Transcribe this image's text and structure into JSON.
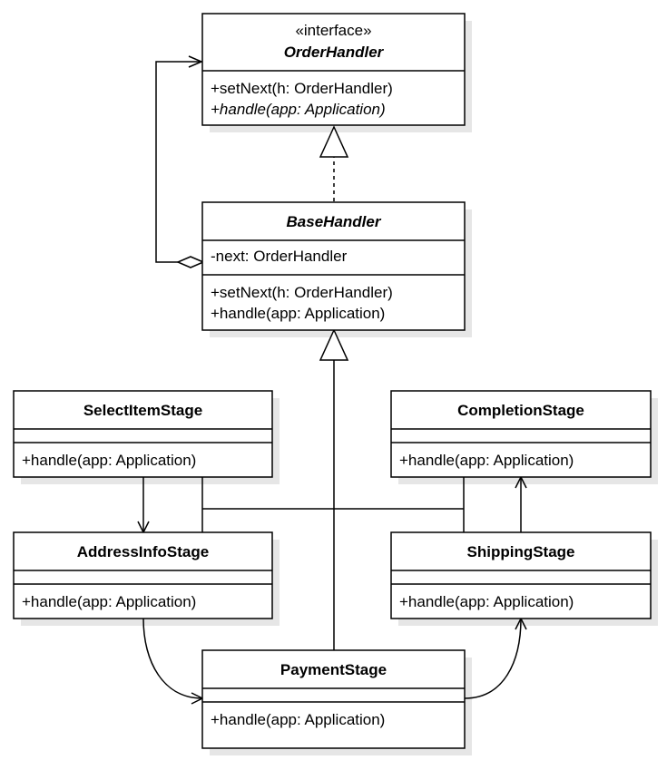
{
  "diagram": {
    "type": "uml-class-diagram",
    "classes": {
      "order_handler": {
        "stereotype": "«interface»",
        "name": "OrderHandler",
        "methods": [
          "+setNext(h: OrderHandler)",
          "+handle(app: Application)"
        ]
      },
      "base_handler": {
        "name": "BaseHandler",
        "attributes": [
          "-next: OrderHandler"
        ],
        "methods": [
          "+setNext(h: OrderHandler)",
          "+handle(app: Application)"
        ]
      },
      "select_item_stage": {
        "name": "SelectItemStage",
        "methods": [
          "+handle(app: Application)"
        ]
      },
      "completion_stage": {
        "name": "CompletionStage",
        "methods": [
          "+handle(app: Application)"
        ]
      },
      "address_info_stage": {
        "name": "AddressInfoStage",
        "methods": [
          "+handle(app: Application)"
        ]
      },
      "shipping_stage": {
        "name": "ShippingStage",
        "methods": [
          "+handle(app: Application)"
        ]
      },
      "payment_stage": {
        "name": "PaymentStage",
        "methods": [
          "+handle(app: Application)"
        ]
      }
    },
    "relationships": [
      {
        "from": "BaseHandler",
        "to": "OrderHandler",
        "kind": "realization"
      },
      {
        "from": "BaseHandler",
        "to": "OrderHandler",
        "kind": "aggregation"
      },
      {
        "from": "SelectItemStage",
        "to": "BaseHandler",
        "kind": "generalization"
      },
      {
        "from": "AddressInfoStage",
        "to": "BaseHandler",
        "kind": "generalization"
      },
      {
        "from": "PaymentStage",
        "to": "BaseHandler",
        "kind": "generalization"
      },
      {
        "from": "ShippingStage",
        "to": "BaseHandler",
        "kind": "generalization"
      },
      {
        "from": "CompletionStage",
        "to": "BaseHandler",
        "kind": "generalization"
      },
      {
        "from": "SelectItemStage",
        "to": "AddressInfoStage",
        "kind": "association"
      },
      {
        "from": "AddressInfoStage",
        "to": "PaymentStage",
        "kind": "association"
      },
      {
        "from": "PaymentStage",
        "to": "ShippingStage",
        "kind": "association"
      },
      {
        "from": "ShippingStage",
        "to": "CompletionStage",
        "kind": "association"
      }
    ],
    "colors": {
      "line": "#000000",
      "fill": "#ffffff",
      "shadow": "#e6e6e6"
    }
  }
}
